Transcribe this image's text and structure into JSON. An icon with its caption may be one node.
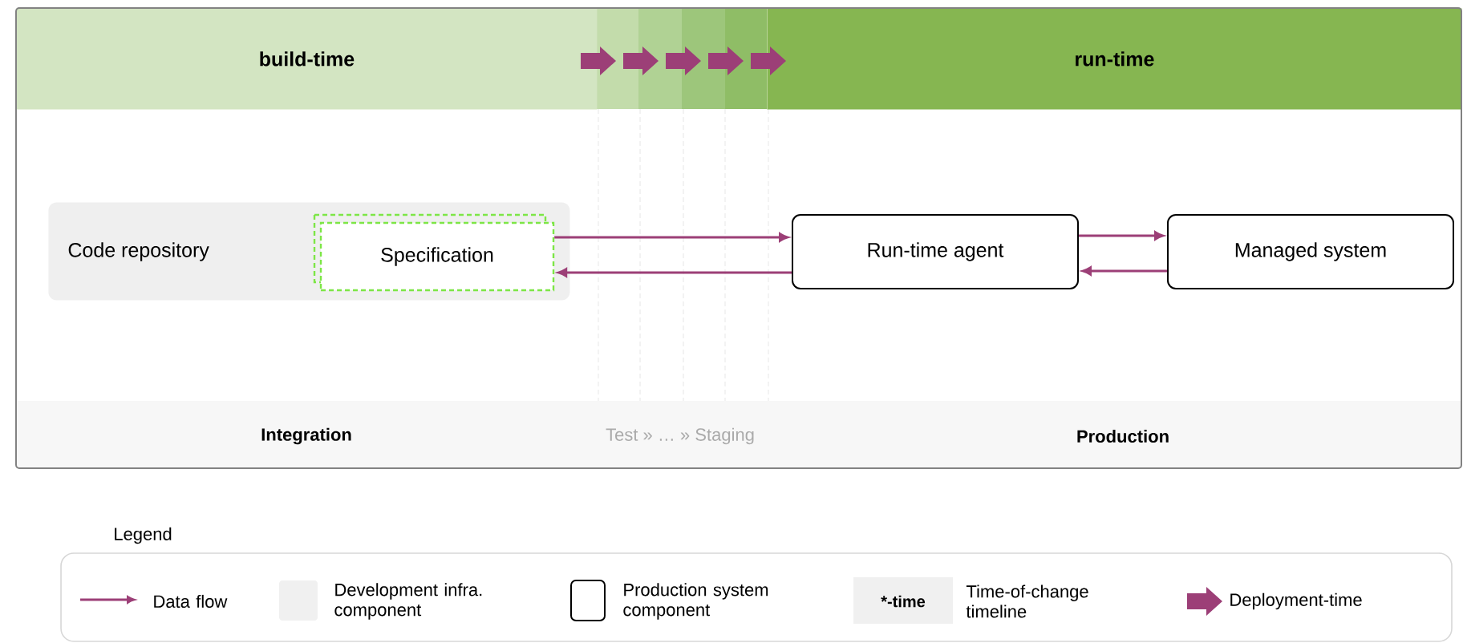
{
  "diagram": {
    "nodes": [
      {
        "text": [
          "Code repository"
        ]
      },
      {
        "text": [
          "Specification"
        ],
        "in": 0
      },
      {
        "text": [
          "Run-time agent"
        ]
      },
      {
        "text": [
          "Managed system"
        ]
      },
      {
        "text": [
          "build-time"
        ]
      },
      {
        "text": [
          "run-time"
        ]
      }
    ],
    "edges": [
      {
        "from": 1,
        "to": 2,
        "arrow": "to"
      },
      {
        "from": 2,
        "to": 1,
        "arrow": "to"
      },
      {
        "from": 2,
        "to": 3,
        "arrow": "to"
      },
      {
        "from": 3,
        "to": 2,
        "arrow": "to"
      }
    ],
    "labels": [
      "Integration",
      "Test » … » Staging",
      "Production",
      "Legend",
      "*-time"
    ],
    "legend": [
      {
        "text": "Data flow"
      },
      {
        "text": "Development infra. component",
        "color": "#f0f0f0"
      },
      {
        "text": "Production system component"
      },
      {
        "text": "Time-of-change timeline",
        "color": "#f0f0f0"
      },
      {
        "text": "Deployment-time"
      }
    ]
  }
}
